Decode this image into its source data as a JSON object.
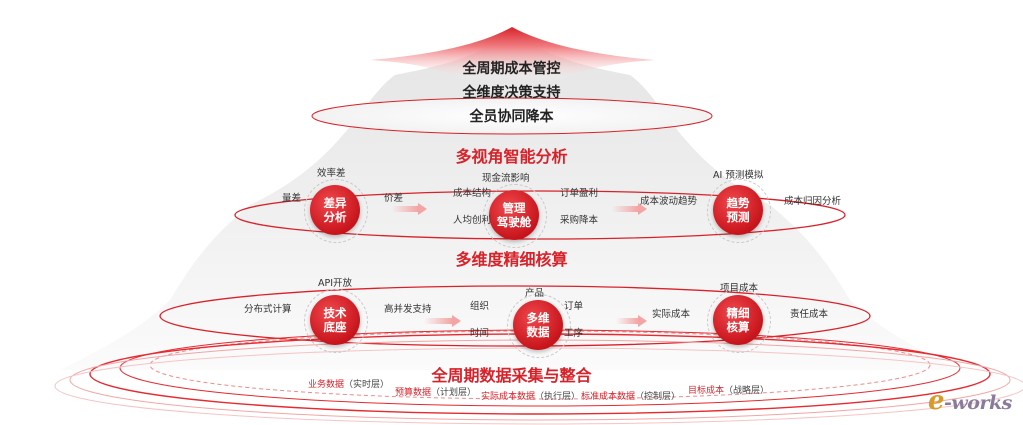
{
  "goals": [
    "全周期成本管控",
    "全维度决策支持",
    "全员协同降本"
  ],
  "layers": {
    "top": {
      "title": "多视角智能分析",
      "nodes": [
        {
          "line1": "差异",
          "line2": "分析",
          "labels": [
            "效率差",
            "量差",
            "价差"
          ]
        },
        {
          "line1": "管理",
          "line2": "驾驶舱",
          "labels": [
            "现金流影响",
            "成本结构",
            "订单盈利",
            "人均创利",
            "采购降本"
          ]
        },
        {
          "line1": "趋势",
          "line2": "预测",
          "labels": [
            "AI 预测模拟",
            "成本波动趋势",
            "成本归因分析"
          ]
        }
      ]
    },
    "middle": {
      "title": "多维度精细核算",
      "nodes": [
        {
          "line1": "技术",
          "line2": "底座",
          "labels": [
            "API开放",
            "分布式计算",
            "高并发支持"
          ]
        },
        {
          "line1": "多维",
          "line2": "数据",
          "labels": [
            "产品",
            "组织",
            "订单",
            "时间",
            "工序"
          ]
        },
        {
          "line1": "精细",
          "line2": "核算",
          "labels": [
            "项目成本",
            "实际成本",
            "责任成本"
          ]
        }
      ]
    },
    "bottom": {
      "title": "全周期数据采集与整合",
      "sources": [
        {
          "name": "业务数据",
          "layer": "（实时层）"
        },
        {
          "name": "预算数据",
          "layer": "（计划层）"
        },
        {
          "name": "实际成本数据",
          "layer": "（执行层）"
        },
        {
          "name": "标准成本数据",
          "layer": "（控制层）"
        },
        {
          "name": "目标成本",
          "layer": "（战略层）"
        }
      ]
    }
  },
  "logo": {
    "prefix": "e",
    "text": "-works"
  },
  "colors": {
    "accent": "#d8222a",
    "node": "#c8151c",
    "arrow": "#f3a5a5",
    "ring": "#e52a30"
  }
}
